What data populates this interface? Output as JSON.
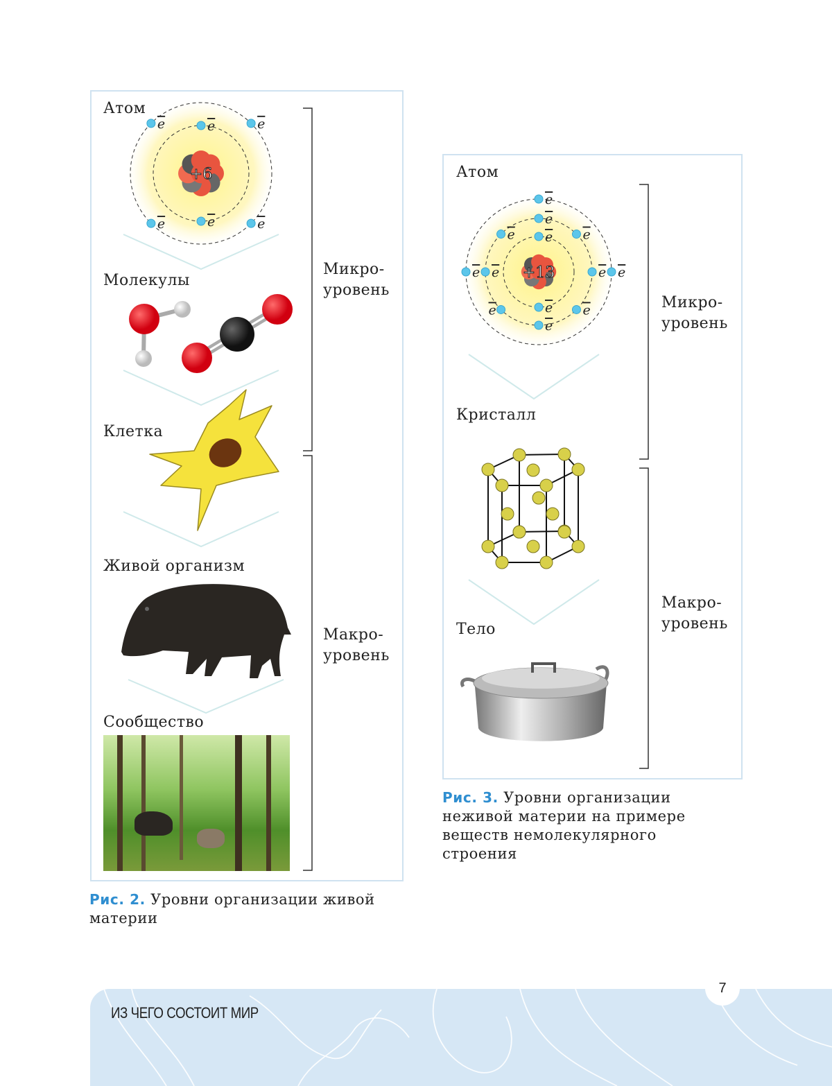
{
  "figure2": {
    "levels": {
      "atom": "Атом",
      "molecules": "Молекулы",
      "cell": "Клетка",
      "organism": "Живой организм",
      "community": "Сообщество"
    },
    "atom_charge": "+6",
    "micro_label": [
      "Микро-",
      "уровень"
    ],
    "macro_label": [
      "Макро-",
      "уровень"
    ],
    "caption_num": "Рис. 2.",
    "caption_text": " Уровни организации живой материи"
  },
  "figure3": {
    "levels": {
      "atom": "Атом",
      "crystal": "Кристалл",
      "body": "Тело"
    },
    "atom_charge": "+13",
    "micro_label": [
      "Микро-",
      "уровень"
    ],
    "macro_label": [
      "Макро-",
      "уровень"
    ],
    "caption_num": "Рис. 3.",
    "caption_text": " Уровни организации неживой материи на примере веществ немолекулярного строения"
  },
  "electron_symbol": "e",
  "footer": {
    "title": "ИЗ ЧЕГО СОСТОИТ МИР",
    "page_number": "7"
  },
  "colors": {
    "accent": "#2f8ed0",
    "panel_border": "#cfe2f0",
    "footer_bg": "#d6e7f5",
    "electron": "#5cc6ea",
    "chevron": "#cfe9ea"
  }
}
